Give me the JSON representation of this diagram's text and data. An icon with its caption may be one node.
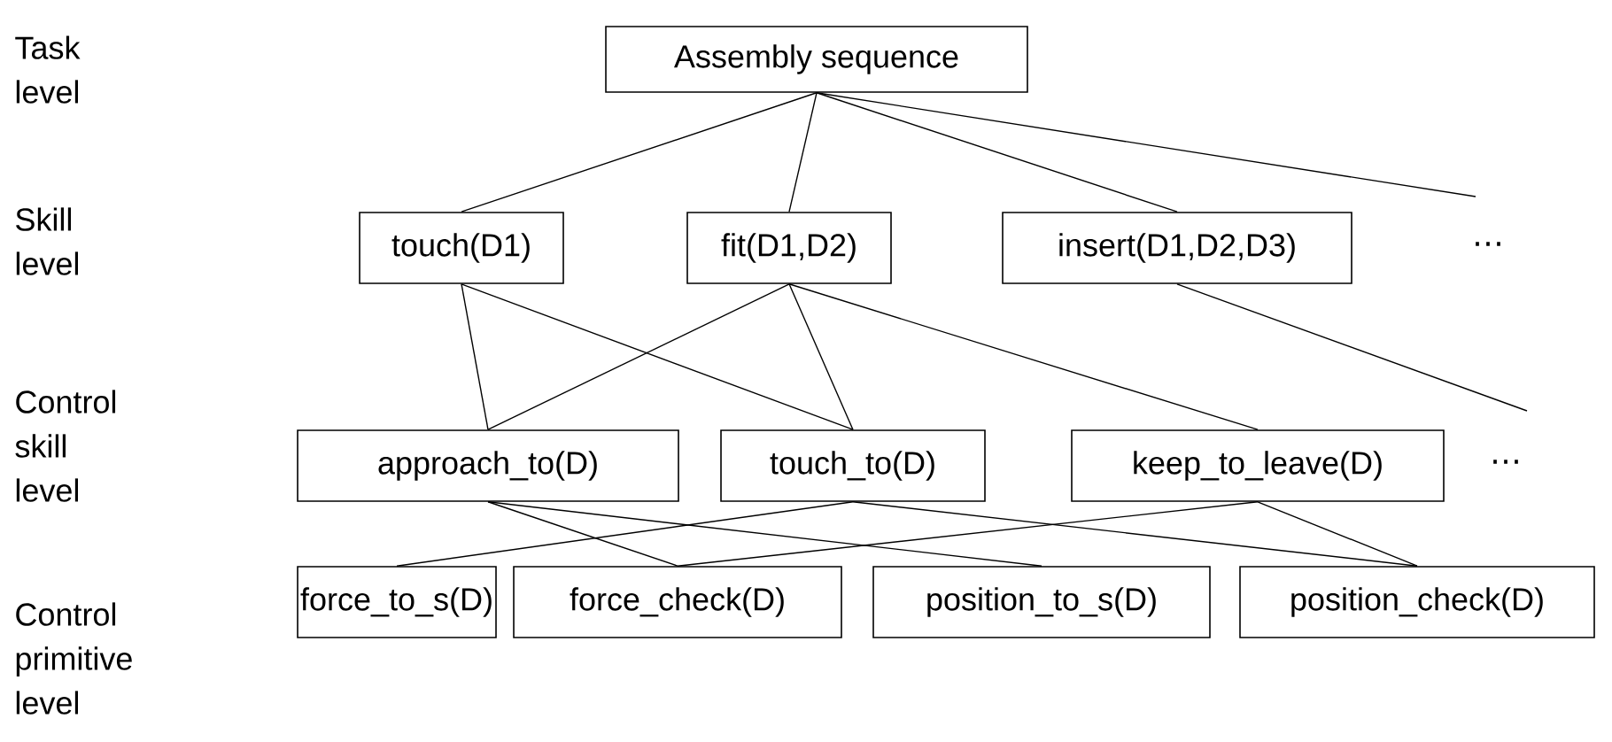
{
  "diagram": {
    "nodes": [
      {
        "text": [
          "Assembly sequence"
        ]
      },
      {
        "text": [
          "touch(D1)"
        ]
      },
      {
        "text": [
          "fit(D1,D2)"
        ]
      },
      {
        "text": [
          "insert(D1,D2,D3)"
        ]
      },
      {
        "text": [
          "approach_to(D)"
        ]
      },
      {
        "text": [
          "touch_to(D)"
        ]
      },
      {
        "text": [
          "keep_to_leave(D)"
        ]
      },
      {
        "text": [
          "force_to_s(D)"
        ]
      },
      {
        "text": [
          "force_check(D)"
        ]
      },
      {
        "text": [
          "position_to_s(D)"
        ]
      },
      {
        "text": [
          "position_check(D)"
        ]
      }
    ],
    "edges": [
      {
        "from": 0,
        "to": 1,
        "arrow": "none"
      },
      {
        "from": 0,
        "to": 2,
        "arrow": "none"
      },
      {
        "from": 0,
        "to": 3,
        "arrow": "none"
      },
      {
        "from": 0,
        "to": null,
        "arrow": "none"
      },
      {
        "from": 1,
        "to": 4,
        "arrow": "none"
      },
      {
        "from": 1,
        "to": 5,
        "arrow": "none"
      },
      {
        "from": 2,
        "to": 4,
        "arrow": "none"
      },
      {
        "from": 2,
        "to": 5,
        "arrow": "none"
      },
      {
        "from": 2,
        "to": 6,
        "arrow": "none"
      },
      {
        "from": 3,
        "to": null,
        "arrow": "none"
      },
      {
        "from": 4,
        "to": 8,
        "arrow": "none"
      },
      {
        "from": 4,
        "to": 9,
        "arrow": "none"
      },
      {
        "from": 5,
        "to": 7,
        "arrow": "none"
      },
      {
        "from": 5,
        "to": 10,
        "arrow": "none"
      },
      {
        "from": 6,
        "to": 8,
        "arrow": "none"
      },
      {
        "from": 6,
        "to": 10,
        "arrow": "none"
      }
    ],
    "labels": [
      "Task level",
      "Skill level",
      "⋯",
      "Control skill level",
      "⋯",
      "Control primitive level"
    ]
  }
}
